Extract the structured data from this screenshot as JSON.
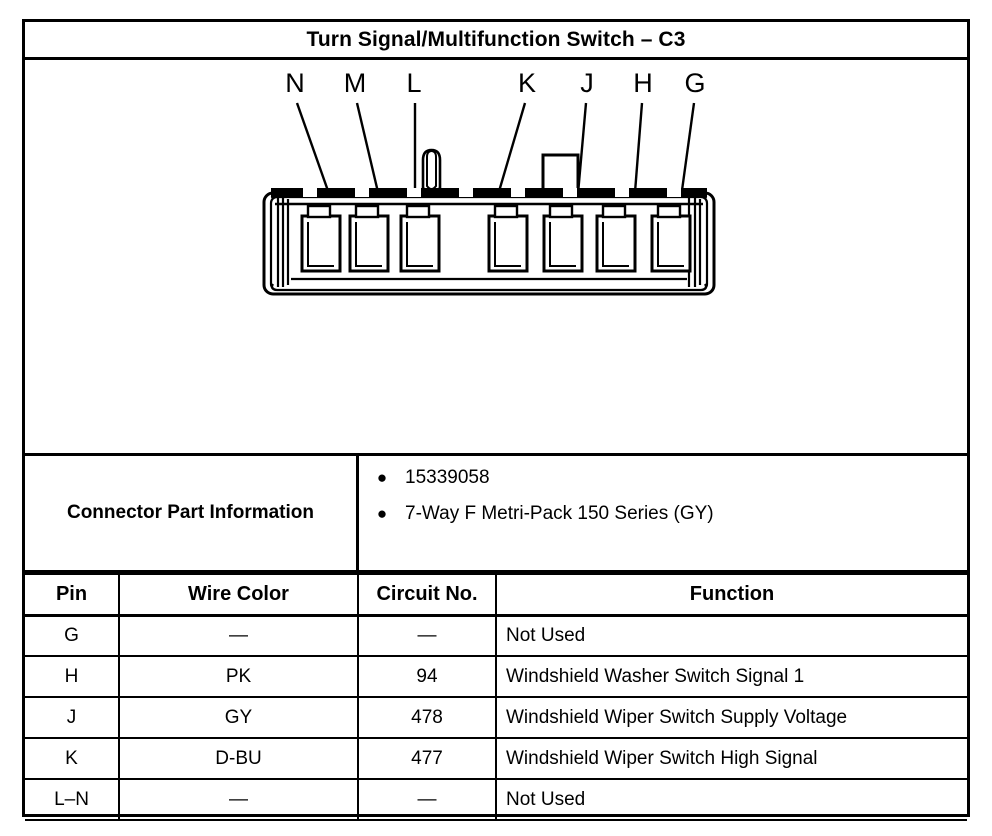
{
  "header": {
    "title": "Turn Signal/Multifunction Switch – C3"
  },
  "connector_diagram": {
    "type": "connector-end-view",
    "cavity_count": 7,
    "pin_labels": [
      "N",
      "M",
      "L",
      "K",
      "J",
      "H",
      "G"
    ],
    "line_color": "#000000",
    "fill_color": "#ffffff"
  },
  "part_information": {
    "label": "Connector Part Information",
    "bullet_glyph": "●",
    "items": [
      "15339058",
      "7-Way F Metri-Pack 150 Series (GY)"
    ]
  },
  "pin_table": {
    "columns": [
      "Pin",
      "Wire Color",
      "Circuit No.",
      "Function"
    ],
    "rows": [
      {
        "pin": "G",
        "wire_color": "—",
        "circuit_no": "—",
        "function": "Not Used"
      },
      {
        "pin": "H",
        "wire_color": "PK",
        "circuit_no": "94",
        "function": "Windshield Washer Switch Signal 1"
      },
      {
        "pin": "J",
        "wire_color": "GY",
        "circuit_no": "478",
        "function": "Windshield Wiper Switch Supply Voltage"
      },
      {
        "pin": "K",
        "wire_color": "D-BU",
        "circuit_no": "477",
        "function": "Windshield Wiper Switch High Signal"
      },
      {
        "pin": "L–N",
        "wire_color": "—",
        "circuit_no": "—",
        "function": "Not Used"
      }
    ]
  }
}
